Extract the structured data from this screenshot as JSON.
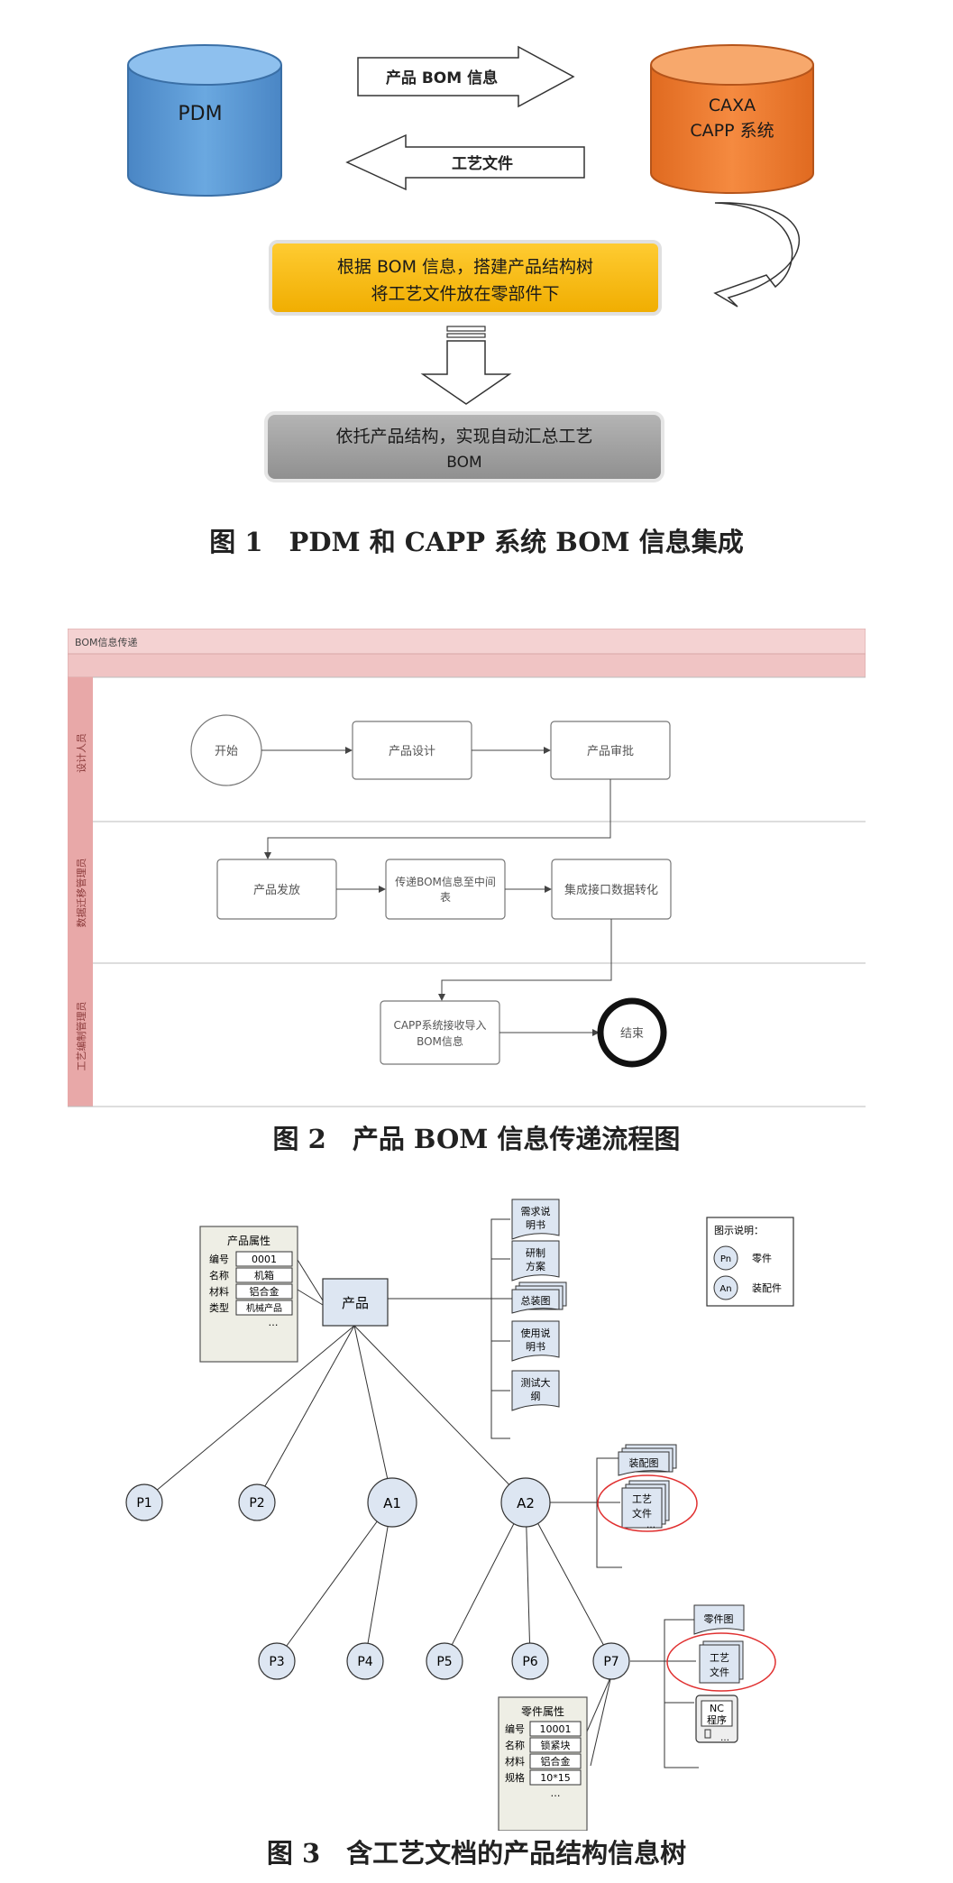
{
  "figure1": {
    "pdm_label": "PDM",
    "caxa_line1": "CAXA",
    "caxa_line2": "CAPP 系统",
    "arrow_right_label": "产品 BOM 信息",
    "arrow_left_label": "工艺文件",
    "yellow_line1": "根据 BOM 信息，搭建产品结构树",
    "yellow_line2": "将工艺文件放在零部件下",
    "gray_line1": "依托产品结构，实现自动汇总工艺",
    "gray_line2": "BOM",
    "caption": "图 1　PDM 和 CAPP 系统 BOM 信息集成",
    "colors": {
      "pdm": "#5b9bd5",
      "caxa": "#ed7d31",
      "yellow": "#ffc000",
      "gray": "#a6a6a6"
    }
  },
  "figure2": {
    "header_title": "BOM信息传递",
    "lane1": "设计人员",
    "lane2": "数据迁移管理员",
    "lane3": "工艺编制管理员",
    "start": "开始",
    "design": "产品设计",
    "approve": "产品审批",
    "release": "产品发放",
    "transfer_line1": "传递BOM信息至中间",
    "transfer_line2": "表",
    "integrate": "集成接口数据转化",
    "capp_line1": "CAPP系统接收导入",
    "capp_line2": "BOM信息",
    "end": "结束",
    "caption": "图 2　产品 BOM 信息传递流程图"
  },
  "figure3": {
    "product_attr": {
      "title": "产品属性",
      "rows": [
        {
          "k": "编号",
          "v": "0001"
        },
        {
          "k": "名称",
          "v": "机箱"
        },
        {
          "k": "材料",
          "v": "铝合金"
        },
        {
          "k": "类型",
          "v": "机械产品"
        }
      ],
      "more": "…"
    },
    "product": "产品",
    "docs": [
      {
        "l1": "需求说",
        "l2": "明书"
      },
      {
        "l1": "研制",
        "l2": "方案"
      },
      {
        "l1": "总装图",
        "l2": ""
      },
      {
        "l1": "使用说",
        "l2": "明书"
      },
      {
        "l1": "测试大",
        "l2": "纲"
      }
    ],
    "legend": {
      "title": "图示说明：",
      "p_symbol": "Pn",
      "p_text": "零件",
      "a_symbol": "An",
      "a_text": "装配件"
    },
    "nodes": {
      "p1": "P1",
      "p2": "P2",
      "a1": "A1",
      "a2": "A2",
      "p3": "P3",
      "p4": "P4",
      "p5": "P5",
      "p6": "P6",
      "p7": "P7"
    },
    "a2_docs": {
      "assembly": "装配图",
      "proc_l1": "工艺",
      "proc_l2": "文件",
      "more": "…"
    },
    "p7_docs": {
      "part": "零件图",
      "proc_l1": "工艺",
      "proc_l2": "文件",
      "nc_l1": "NC",
      "nc_l2": "程序",
      "more": "…"
    },
    "part_attr": {
      "title": "零件属性",
      "rows": [
        {
          "k": "编号",
          "v": "10001"
        },
        {
          "k": "名称",
          "v": "锁紧块"
        },
        {
          "k": "材料",
          "v": "铝合金"
        },
        {
          "k": "规格",
          "v": "10*15"
        }
      ],
      "more": "…"
    },
    "caption": "图 3　含工艺文档的产品结构信息树"
  }
}
